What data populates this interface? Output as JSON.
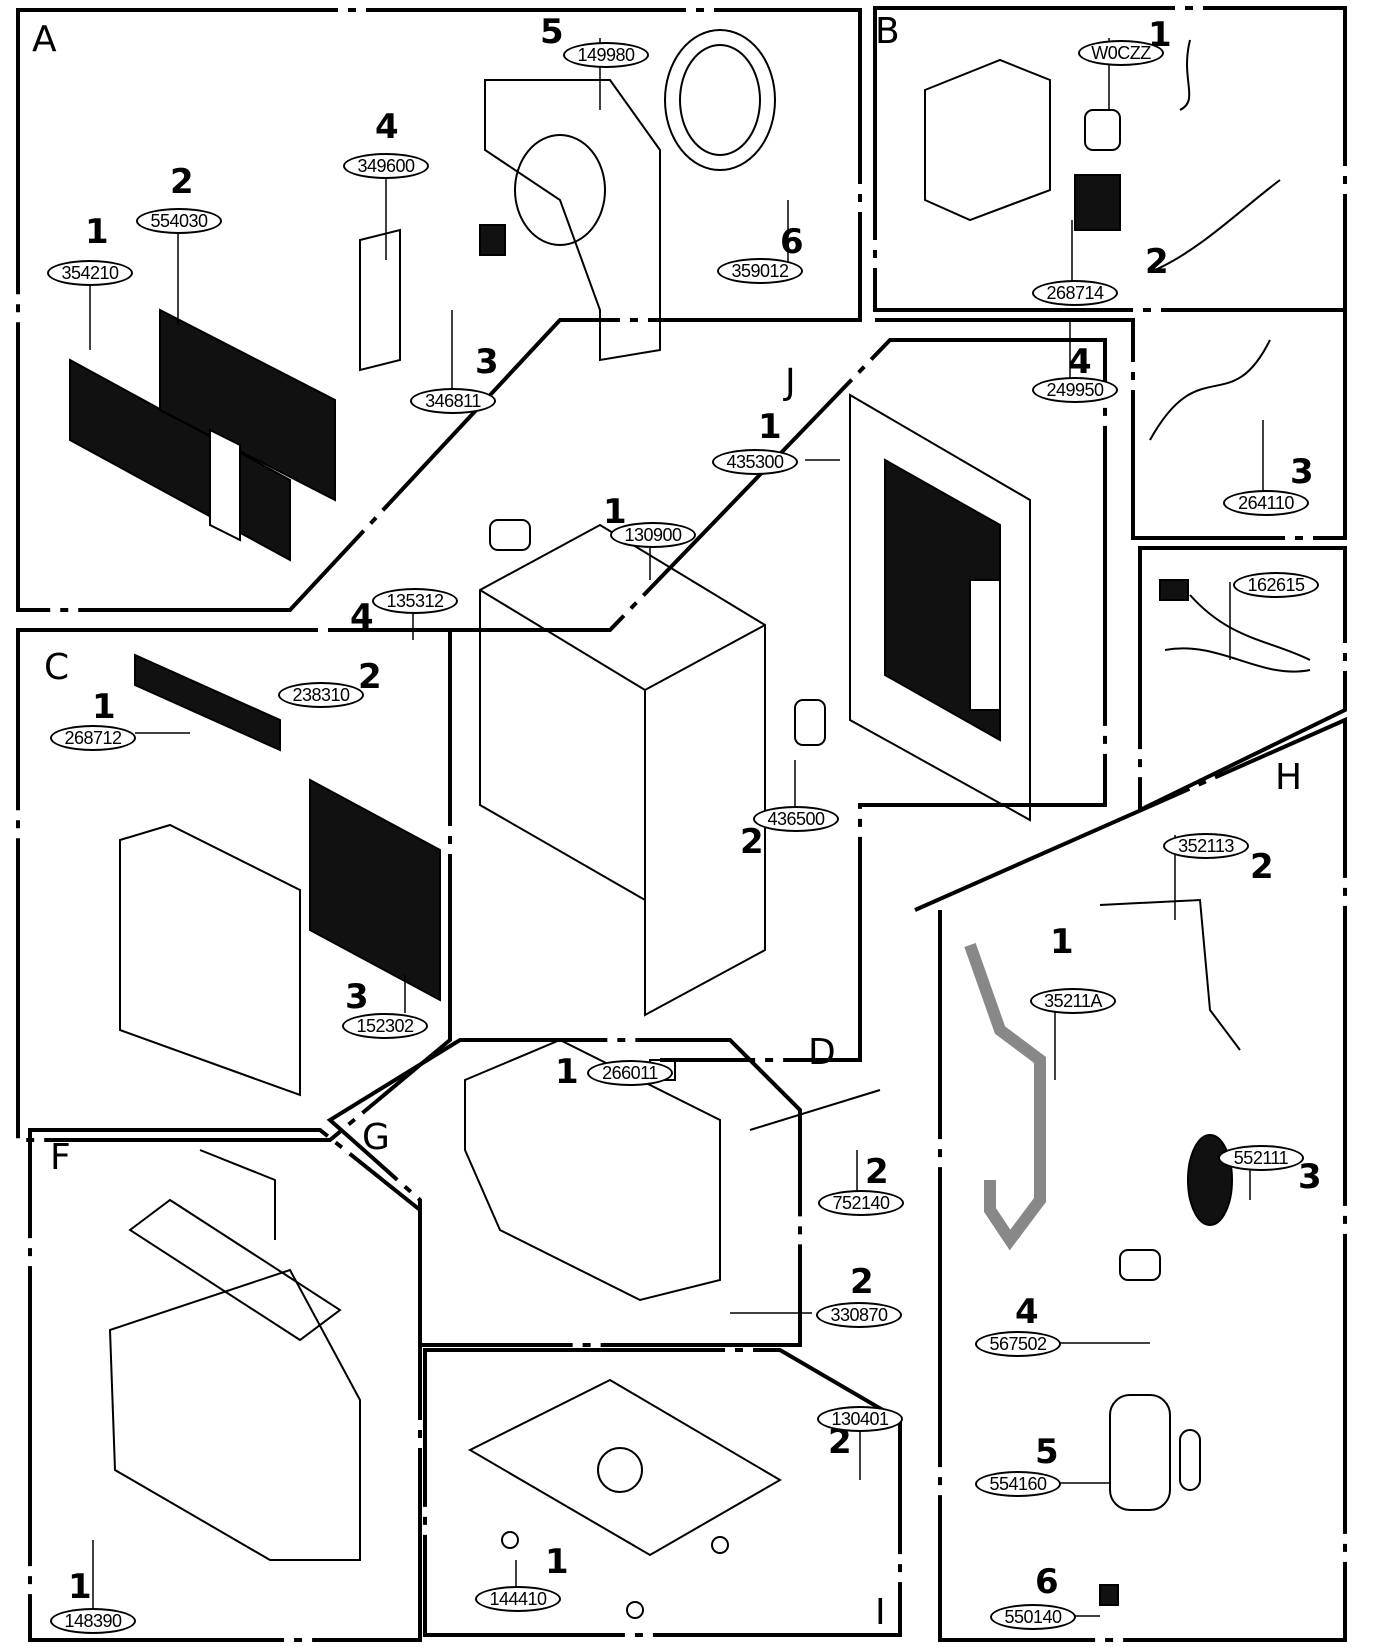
{
  "diagram": {
    "title": "Dehumidifier exploded parts diagram",
    "colors": {
      "line": "#000000",
      "background": "#ffffff"
    },
    "sections": [
      {
        "id": "A",
        "parts": [
          {
            "index": "1",
            "part_no": "354210"
          },
          {
            "index": "2",
            "part_no": "554030"
          },
          {
            "index": "3",
            "part_no": "346811"
          },
          {
            "index": "4",
            "part_no": "349600"
          },
          {
            "index": "5",
            "part_no": "149980"
          },
          {
            "index": "6",
            "part_no": "359012"
          }
        ]
      },
      {
        "id": "B",
        "parts": [
          {
            "index": "1",
            "part_no": "W0CZZ"
          },
          {
            "index": "2",
            "part_no": "268714"
          },
          {
            "index": "3",
            "part_no": "264110"
          },
          {
            "index": "4",
            "part_no": "249950"
          }
        ]
      },
      {
        "id": "C",
        "parts": [
          {
            "index": "1",
            "part_no": "268712"
          },
          {
            "index": "2",
            "part_no": "238310"
          },
          {
            "index": "3",
            "part_no": "152302"
          },
          {
            "index": "4",
            "part_no": "135312"
          }
        ]
      },
      {
        "id": "D",
        "parts": [
          {
            "index": "1",
            "part_no": "130900"
          },
          {
            "index": "2",
            "part_no": "436500"
          }
        ]
      },
      {
        "id": "F",
        "parts": [
          {
            "index": "1",
            "part_no": "148390"
          }
        ]
      },
      {
        "id": "G",
        "parts": [
          {
            "index": "1",
            "part_no": "266011"
          },
          {
            "index": "2",
            "part_no": "752140"
          },
          {
            "index": "2",
            "part_no": "330870"
          }
        ]
      },
      {
        "id": "H",
        "parts": [
          {
            "index": "",
            "part_no": "162615"
          },
          {
            "index": "1",
            "part_no": "35211A"
          },
          {
            "index": "2",
            "part_no": "352113"
          },
          {
            "index": "3",
            "part_no": "552111"
          },
          {
            "index": "4",
            "part_no": "567502"
          },
          {
            "index": "5",
            "part_no": "554160"
          },
          {
            "index": "6",
            "part_no": "550140"
          }
        ]
      },
      {
        "id": "I",
        "parts": [
          {
            "index": "1",
            "part_no": "144410"
          },
          {
            "index": "2",
            "part_no": "130401"
          }
        ]
      },
      {
        "id": "J",
        "parts": [
          {
            "index": "1",
            "part_no": "435300"
          }
        ]
      }
    ]
  }
}
